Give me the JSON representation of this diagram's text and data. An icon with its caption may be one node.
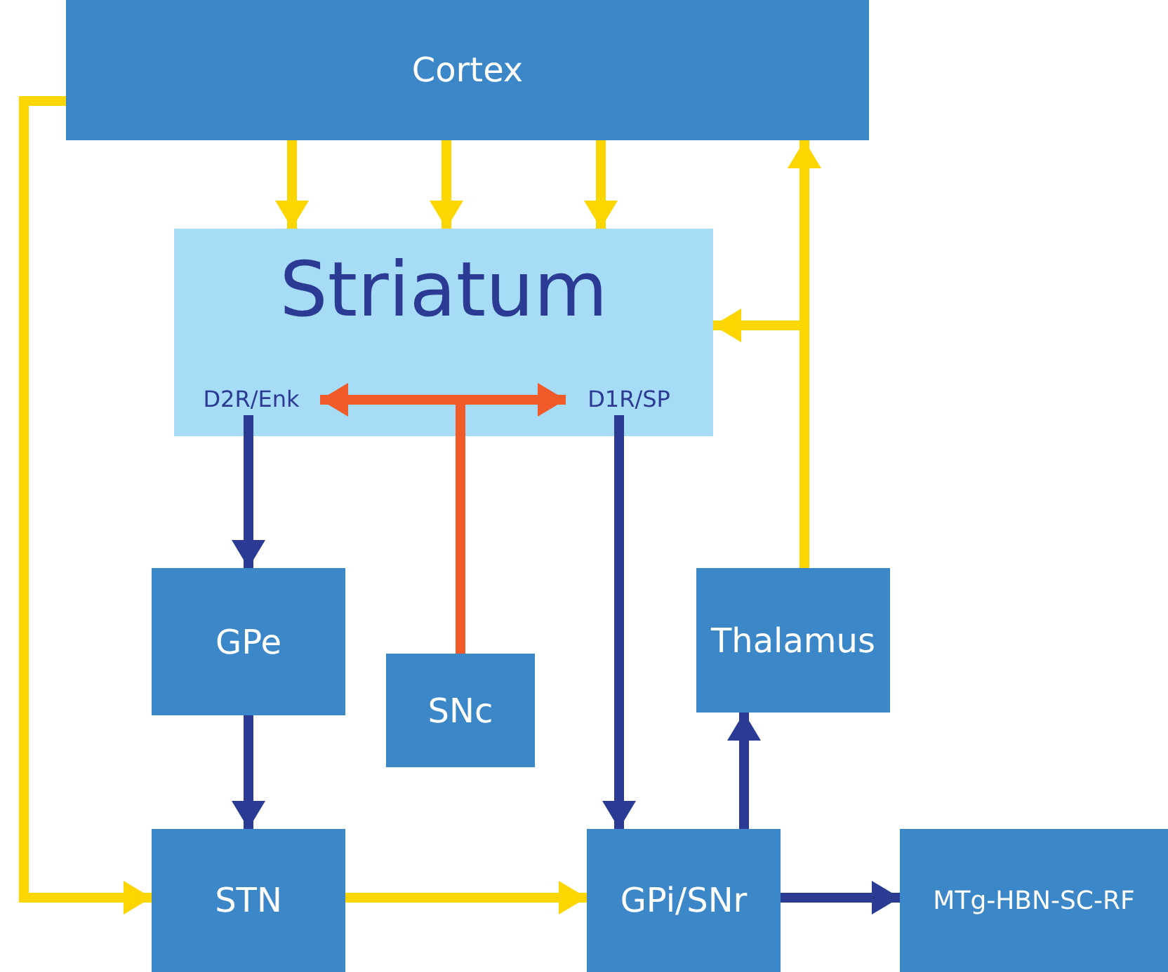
{
  "diagram": {
    "nodes": [
      {
        "text": [
          "Cortex"
        ]
      },
      {
        "text": [
          "Striatum"
        ]
      },
      {
        "text": [
          "D2R/Enk"
        ],
        "in": 1
      },
      {
        "text": [
          "D1R/SP"
        ],
        "in": 1
      },
      {
        "text": [
          "GPe"
        ]
      },
      {
        "text": [
          "SNc"
        ]
      },
      {
        "text": [
          "Thalamus"
        ]
      },
      {
        "text": [
          "STN"
        ]
      },
      {
        "text": [
          "GPi/SNr"
        ]
      },
      {
        "text": [
          "MTg-HBN-SC-RF"
        ]
      }
    ],
    "edges": [
      {
        "from": 0,
        "to": 1,
        "arrow": "to"
      },
      {
        "from": 0,
        "to": 1,
        "arrow": "to"
      },
      {
        "from": 0,
        "to": 1,
        "arrow": "to"
      },
      {
        "from": 0,
        "to": 7,
        "arrow": "to"
      },
      {
        "from": 6,
        "to": 0,
        "arrow": "to"
      },
      {
        "from": 6,
        "to": 1,
        "arrow": "to"
      },
      {
        "from": 2,
        "to": 4,
        "arrow": "to",
        "color": "#2b3a93"
      },
      {
        "from": 4,
        "to": 7,
        "arrow": "to",
        "color": "#2b3a93"
      },
      {
        "from": 3,
        "to": 8,
        "arrow": "to",
        "color": "#2b3a93"
      },
      {
        "from": 7,
        "to": 8,
        "arrow": "to"
      },
      {
        "from": 8,
        "to": 6,
        "arrow": "to",
        "color": "#2b3a93"
      },
      {
        "from": 8,
        "to": 9,
        "arrow": "to",
        "color": "#2b3a93"
      },
      {
        "from": 5,
        "to": 2,
        "arrow": "to",
        "color": "#f15a29"
      },
      {
        "from": 5,
        "to": 3,
        "arrow": "to",
        "color": "#f15a29"
      }
    ]
  }
}
